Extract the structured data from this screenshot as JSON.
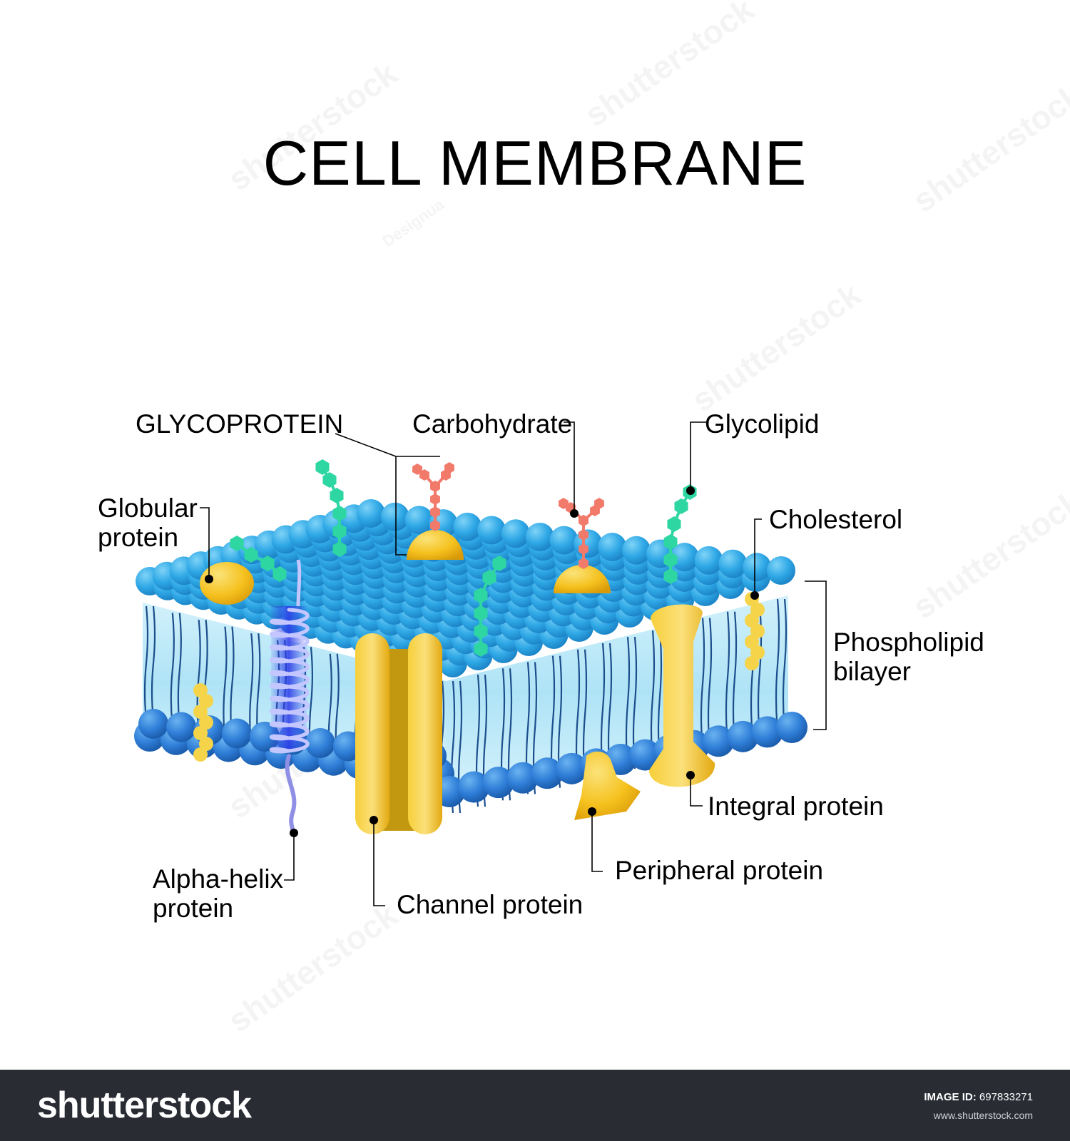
{
  "title": "CELL MEMBRANE",
  "labels": {
    "glycoprotein": "GLYCOPROTEIN",
    "carbohydrate": "Carbohydrate",
    "glycolipid": "Glycolipid",
    "globular_protein": [
      "Globular",
      "protein"
    ],
    "cholesterol": "Cholesterol",
    "phospholipid_bilayer": [
      "Phospholipid",
      "bilayer"
    ],
    "integral_protein": "Integral protein",
    "peripheral_protein": "Peripheral protein",
    "channel_protein": "Channel protein",
    "alpha_helix_protein": [
      "Alpha-helix",
      "protein"
    ]
  },
  "footer": {
    "logo": "shutterstock",
    "image_id_label": "IMAGE ID:",
    "image_id": "697833271",
    "site": "www.shutterstock.com"
  },
  "watermarks": [
    "shutterstock",
    "Designua"
  ],
  "colors": {
    "phospholipid_head_top": "#2fa8e6",
    "phospholipid_head_bottom": "#2f7ed8",
    "protein": "#f5c11e",
    "carbohydrate_chain": "#2ed6a2",
    "glycoprotein_sugar": "#f27a6b",
    "alpha_helix": "#8f8fe6",
    "footer": "#292c33"
  },
  "icons": [
    "membrane-diagram",
    "pointer-dot-icon"
  ]
}
